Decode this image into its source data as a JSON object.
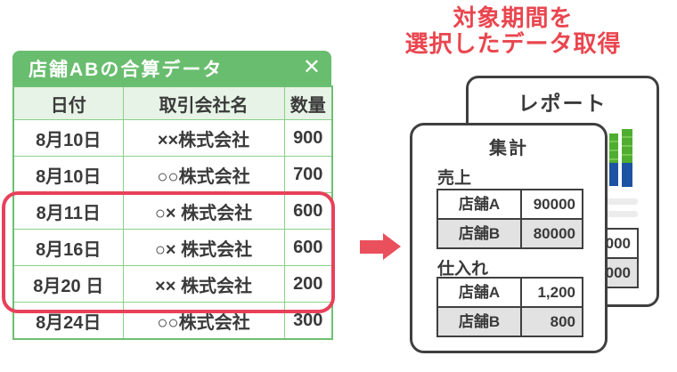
{
  "caption": {
    "line1": "対象期間を",
    "line2": "選択したデータ取得"
  },
  "window": {
    "title": "店舗ABの合算データ",
    "close_icon": "✕",
    "header": {
      "date": "日付",
      "company": "取引会社名",
      "qty": "数量"
    },
    "rows": [
      {
        "date": "8月10日",
        "company": "××株式会社",
        "qty": "900",
        "highlighted": false
      },
      {
        "date": "8月10日",
        "company": "○○株式会社",
        "qty": "700",
        "highlighted": false
      },
      {
        "date": "8月11日",
        "company": "○× 株式会社",
        "qty": "600",
        "highlighted": true
      },
      {
        "date": "8月16日",
        "company": "○× 株式会社",
        "qty": "600",
        "highlighted": true
      },
      {
        "date": "8月20 日",
        "company": "×× 株式会社",
        "qty": "200",
        "highlighted": true
      },
      {
        "date": "8月24日",
        "company": "○○株式会社",
        "qty": "300",
        "highlighted": false
      }
    ]
  },
  "report_card": {
    "title": "レポート",
    "partial_table": {
      "rows": [
        {
          "value": "000"
        },
        {
          "value": "000"
        }
      ]
    },
    "chart": {
      "type": "bar",
      "bars": [
        {
          "green_segments": 3,
          "blue_base": true
        },
        {
          "green_segments": 4,
          "blue_base": true
        }
      ],
      "green": "#4fae2f",
      "blue": "#1c53a3"
    }
  },
  "summary_card": {
    "title": "集計",
    "sections": [
      {
        "label": "売上",
        "rows": [
          {
            "store": "店舗A",
            "value": "90000"
          },
          {
            "store": "店舗B",
            "value": "80000"
          }
        ]
      },
      {
        "label": "仕入れ",
        "rows": [
          {
            "store": "店舗A",
            "value": "1,200"
          },
          {
            "store": "店舗B",
            "value": "800"
          }
        ]
      }
    ]
  },
  "palette": {
    "titlebar_green": "#69bd6e",
    "header_light_green": "#e6f3e6",
    "grid_green": "#8bd08b",
    "highlight_red": "#e7415a",
    "date_red": "#ea0c1e",
    "caption_red": "#e9464f",
    "arrow_red": "#e9505c",
    "card_border": "#3f3f3f",
    "alt_row_gray": "#e2e2e2",
    "bar_green": "#4fae2f",
    "bar_blue": "#1c53a3"
  }
}
